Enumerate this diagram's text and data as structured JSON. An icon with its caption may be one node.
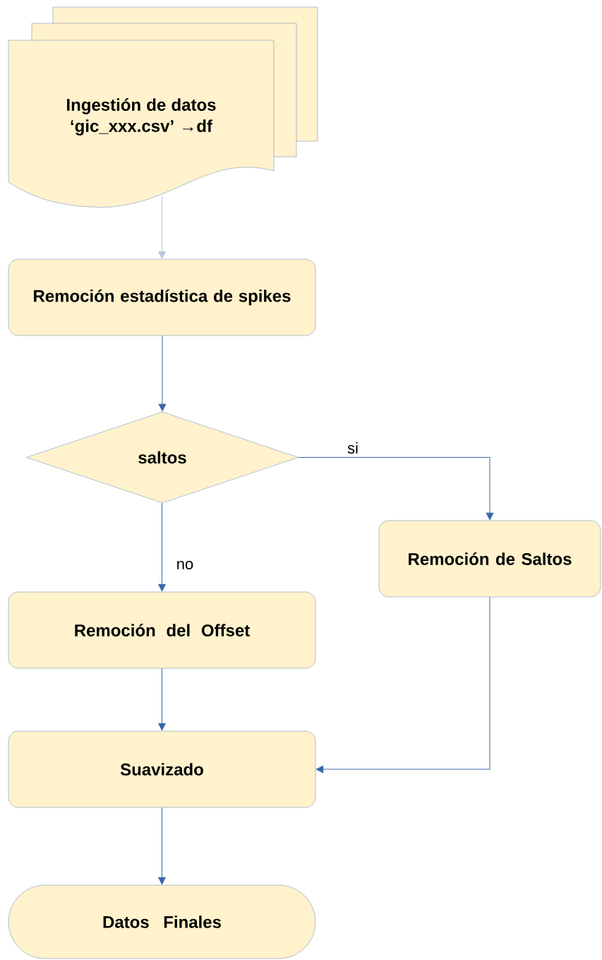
{
  "diagram": {
    "nodes": [
      {
        "text": [
          "Ingestión de datos ‘gic_xxx.csv’ →df"
        ]
      },
      {
        "text": [
          "Remoción estadística de spikes"
        ]
      },
      {
        "text": [
          "saltos"
        ]
      },
      {
        "text": [
          "Remoción de Saltos"
        ]
      },
      {
        "text": [
          "Remoción del Offset"
        ]
      },
      {
        "text": [
          "Suavizado"
        ]
      },
      {
        "text": [
          "Datos Finales"
        ]
      }
    ],
    "edges": [
      {
        "from": 0,
        "to": 1,
        "arrow": "to",
        "color": "#b4c7dc"
      },
      {
        "from": 1,
        "to": 2,
        "arrow": "to"
      },
      {
        "from": 2,
        "to": 3,
        "arrow": "to",
        "label": "si"
      },
      {
        "from": 2,
        "to": 4,
        "arrow": "to",
        "label": "no"
      },
      {
        "from": 3,
        "to": 5,
        "arrow": "to"
      },
      {
        "from": 4,
        "to": 5,
        "arrow": "to"
      },
      {
        "from": 5,
        "to": 6,
        "arrow": "to"
      }
    ]
  }
}
